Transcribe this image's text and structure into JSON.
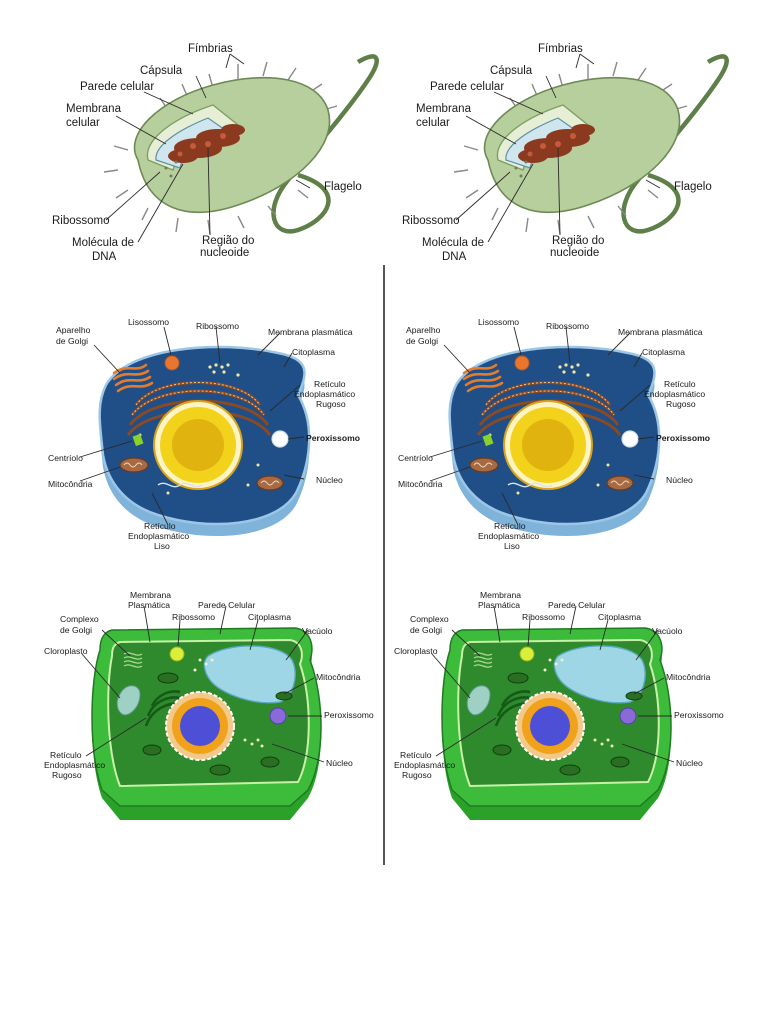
{
  "bacteria": {
    "labels": {
      "fimbrias": "Fímbrias",
      "capsula": "Cápsula",
      "parede": "Parede celular",
      "membrana_1": "Membrana",
      "membrana_2": "celular",
      "ribossomo": "Ribossomo",
      "dna_1": "Molécula de",
      "dna_2": "DNA",
      "nucleoide_1": "Região do",
      "nucleoide_2": "nucleoide",
      "flagelo": "Flagelo"
    }
  },
  "animal": {
    "labels": {
      "golgi_1": "Aparelho",
      "golgi_2": "de Golgi",
      "lisossomo": "Lisossomo",
      "ribossomo": "Ribossomo",
      "membrana": "Membrana plasmática",
      "citoplasma": "Citoplasma",
      "rer_1": "Retículo",
      "rer_2": "Endoplasmático",
      "rer_3": "Rugoso",
      "peroxissomo": "Peroxissomo",
      "centriolo": "Centríolo",
      "mitocondria": "Mitocôndria",
      "nucleo": "Núcleo",
      "rel_1": "Retículo",
      "rel_2": "Endoplasmático",
      "rel_3": "Liso"
    }
  },
  "plant": {
    "labels": {
      "membrana_1": "Membrana",
      "membrana_2": "Plasmática",
      "parede": "Parede Celular",
      "golgi_1": "Complexo",
      "golgi_2": "de Golgi",
      "ribossomo": "Ribossomo",
      "citoplasma": "Citoplasma",
      "vacuolo": "Vacúolo",
      "cloroplasto": "Cloroplasto",
      "mitocondria": "Mitocôndria",
      "peroxissomo": "Peroxissomo",
      "rer_1": "Retículo",
      "rer_2": "Endoplasmático",
      "rer_3": "Rugoso",
      "nucleo": "Núcleo"
    }
  },
  "colors": {
    "bacteria_body": "#b7cf9d",
    "animal_cytoplasm": "#1f4f86",
    "plant_wall": "#3dbb3b",
    "nucleus_yellow": "#f3d21c",
    "plant_nucleus": "#4d4fd6"
  }
}
